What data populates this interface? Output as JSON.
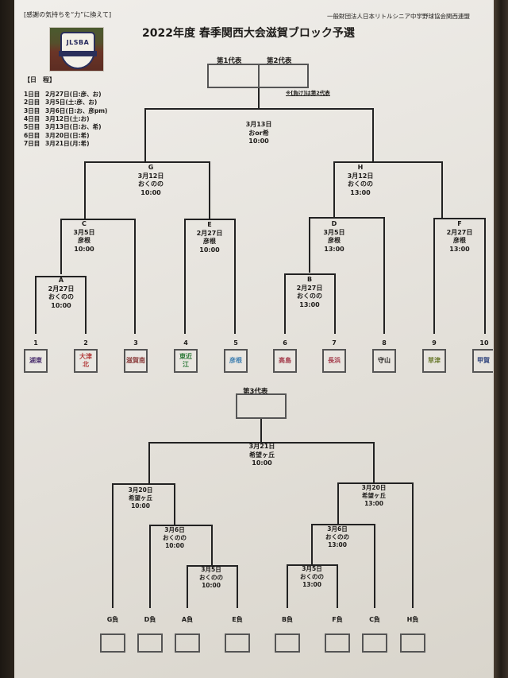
{
  "header": {
    "slogan": "[感謝の気持ちを“力”に換えて]",
    "organization": "一般財団法人日本リトルシニア中学野球協会関西連盟",
    "title": "2022年度 春季関西大会滋賀ブロック予選",
    "logo_text": "JLSBA"
  },
  "schedule": {
    "heading": "【日　程】",
    "days": [
      {
        "day": "1日目",
        "info": "2月27日(日:彦、お)"
      },
      {
        "day": "2日目",
        "info": "3月5日(土:彦、お)"
      },
      {
        "day": "3日目",
        "info": "3月6日(日:お、彦pm)"
      },
      {
        "day": "4日目",
        "info": "3月12日(土:お)"
      },
      {
        "day": "5日目",
        "info": "3月13日(日:お、希)"
      },
      {
        "day": "6日目",
        "info": "3月20日(日:希)"
      },
      {
        "day": "7日目",
        "info": "3月21日(月:希)"
      }
    ]
  },
  "main_bracket": {
    "rep1_label": "第1代表",
    "rep2_label": "第2代表",
    "note": "※[負け]は第2代表",
    "final": {
      "date": "3月13日",
      "venue": "おor希",
      "time": "10:00"
    },
    "matches": {
      "G": {
        "id": "G",
        "date": "3月12日",
        "venue": "おくのの",
        "time": "10:00"
      },
      "H": {
        "id": "H",
        "date": "3月12日",
        "venue": "おくのの",
        "time": "13:00"
      },
      "C": {
        "id": "C",
        "date": "3月5日",
        "venue": "彦根",
        "time": "10:00"
      },
      "E": {
        "id": "E",
        "date": "2月27日",
        "venue": "彦根",
        "time": "10:00"
      },
      "D": {
        "id": "D",
        "date": "3月5日",
        "venue": "彦根",
        "time": "13:00"
      },
      "F": {
        "id": "F",
        "date": "2月27日",
        "venue": "彦根",
        "time": "13:00"
      },
      "A": {
        "id": "A",
        "date": "2月27日",
        "venue": "おくのの",
        "time": "10:00"
      },
      "B": {
        "id": "B",
        "date": "2月27日",
        "venue": "おくのの",
        "time": "13:00"
      }
    },
    "teams": [
      {
        "seed": "1",
        "line1": "湖東",
        "line2": "",
        "color": "#4a2f6e"
      },
      {
        "seed": "2",
        "line1": "大津",
        "line2": "北",
        "color": "#b23a3a"
      },
      {
        "seed": "3",
        "line1": "滋賀南",
        "line2": "",
        "color": "#8a3a3a"
      },
      {
        "seed": "4",
        "line1": "東近",
        "line2": "江",
        "color": "#2f7a3a"
      },
      {
        "seed": "5",
        "line1": "彦根",
        "line2": "",
        "color": "#3f7fb0"
      },
      {
        "seed": "6",
        "line1": "高島",
        "line2": "",
        "color": "#a33a4a"
      },
      {
        "seed": "7",
        "line1": "長浜",
        "line2": "",
        "color": "#a33a4a"
      },
      {
        "seed": "8",
        "line1": "守山",
        "line2": "",
        "color": "#1d1b19"
      },
      {
        "seed": "9",
        "line1": "草津",
        "line2": "",
        "color": "#6b7a2f"
      },
      {
        "seed": "10",
        "line1": "甲賀",
        "line2": "",
        "color": "#2a3f7a"
      }
    ]
  },
  "third_bracket": {
    "rep3_label": "第3代表",
    "final": {
      "date": "3月21日",
      "venue": "希望ヶ丘",
      "time": "10:00"
    },
    "semi_left": {
      "date": "3月20日",
      "venue": "希望ヶ丘",
      "time": "10:00"
    },
    "semi_right": {
      "date": "3月20日",
      "venue": "希望ヶ丘",
      "time": "13:00"
    },
    "qf_left": {
      "date": "3月6日",
      "venue": "おくのの",
      "time": "10:00"
    },
    "qf_right": {
      "date": "3月6日",
      "venue": "おくのの",
      "time": "13:00"
    },
    "r1_left": {
      "date": "3月5日",
      "venue": "おくのの",
      "time": "10:00"
    },
    "r1_right": {
      "date": "3月5日",
      "venue": "おくのの",
      "time": "13:00"
    },
    "losers": [
      "G負",
      "D負",
      "A負",
      "E負",
      "B負",
      "F負",
      "C負",
      "H負"
    ]
  }
}
